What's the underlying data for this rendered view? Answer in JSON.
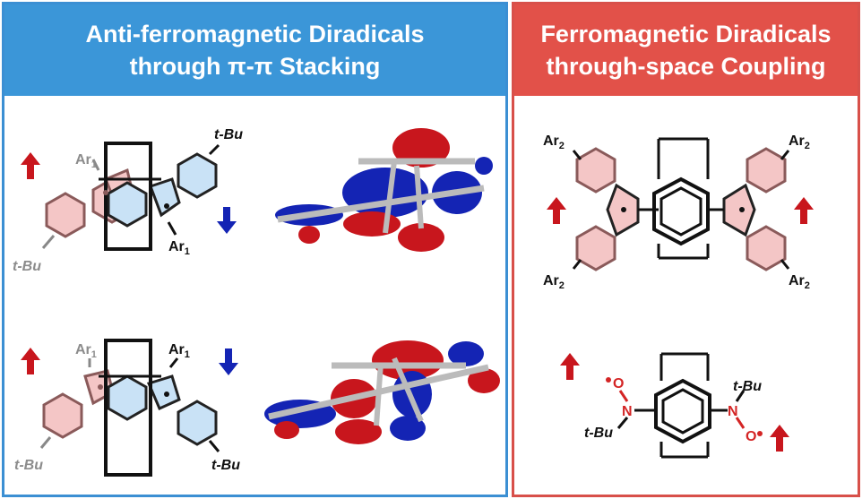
{
  "left_panel": {
    "title_line1": "Anti-ferromagnetic Diradicals",
    "title_line2": "through π-π Stacking"
  },
  "right_panel": {
    "title_line1": "Ferromagnetic Diradicals",
    "title_line2": "through-space Coupling"
  },
  "labels": {
    "tbu": "t-Bu",
    "ar": "Ar",
    "n": "N",
    "o": "O",
    "sub1": "1",
    "sub2": "2"
  },
  "colors": {
    "left_accent": "#3b96d8",
    "right_accent": "#e25149",
    "spin_up": "#c8161d",
    "spin_down": "#1424b4",
    "ring_pink": "#f4c6c6",
    "ring_blue": "#c9e2f6"
  },
  "icons": [
    "spin-up-arrow-icon",
    "spin-down-arrow-icon"
  ]
}
